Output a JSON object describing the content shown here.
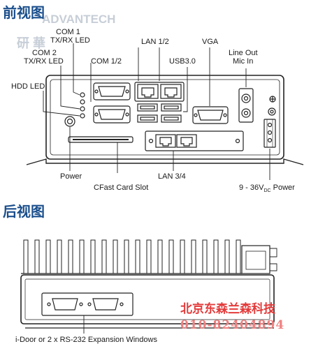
{
  "headings": {
    "front": "前视图",
    "rear": "后视图"
  },
  "watermark": {
    "line1": "ADVANTECH",
    "line2": "研 華"
  },
  "front_labels": {
    "com1_line1": "COM 1",
    "com1_line2": "TX/RX LED",
    "com2_line1": "COM 2",
    "com2_line2": "TX/RX LED",
    "hdd_led": "HDD LED",
    "com12": "COM 1/2",
    "lan12": "LAN 1/2",
    "usb30": "USB3.0",
    "vga": "VGA",
    "line_out": "Line Out",
    "mic_in": "Mic In",
    "power": "Power",
    "cfast": "CFast Card Slot",
    "lan34": "LAN 3/4",
    "dc_power_prefix": "9 - 36V",
    "dc_power_sub": "DC",
    "dc_power_suffix": " Power"
  },
  "rear_labels": {
    "idoor": "i-Door or 2 x RS-232 Expansion Windows"
  },
  "company": {
    "name": "北京东森兰森科技",
    "phone": "010-82404894"
  }
}
